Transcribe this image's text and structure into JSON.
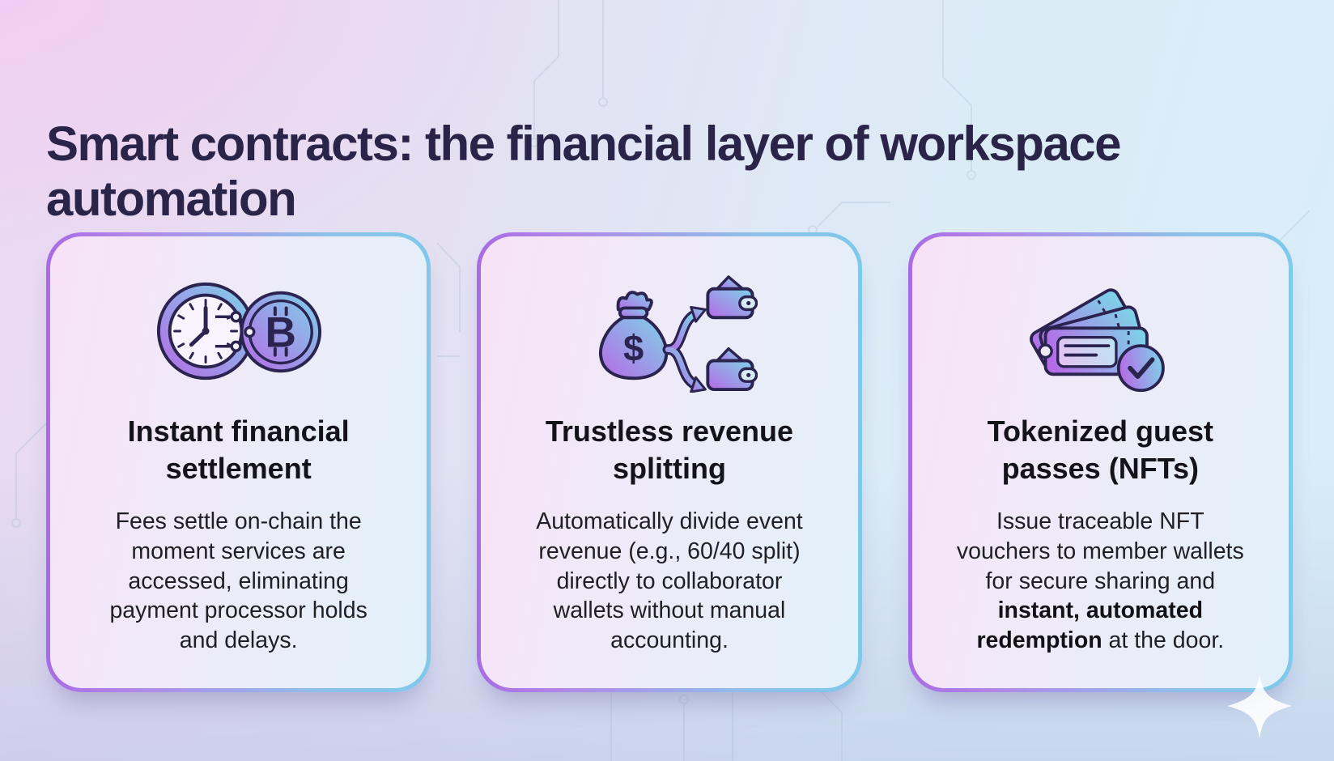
{
  "page": {
    "title": "Smart contracts: the financial layer of workspace automation"
  },
  "cards": [
    {
      "id": "instant-financial-settlement",
      "icon": "clock-bitcoin-icon",
      "heading": "Instant financial settlement",
      "body_segments": [
        {
          "text": "Fees settle on-chain the moment services are accessed, eliminating payment processor holds and delays.",
          "bold": false
        }
      ]
    },
    {
      "id": "trustless-revenue-splitting",
      "icon": "money-split-wallets-icon",
      "heading": "Trustless revenue splitting",
      "body_segments": [
        {
          "text": "Automatically divide event revenue (e.g., 60/40 split) directly to collaborator wallets without manual accounting.",
          "bold": false
        }
      ]
    },
    {
      "id": "tokenized-guest-passes",
      "icon": "nft-tickets-icon",
      "heading": "Tokenized guest passes (NFTs)",
      "body_segments": [
        {
          "text": "Issue traceable NFT vouchers to member wallets for secure sharing and ",
          "bold": false
        },
        {
          "text": "instant, automated redemption",
          "bold": true
        },
        {
          "text": " at the door.",
          "bold": false
        }
      ]
    }
  ],
  "icons": {
    "bitcoin_symbol": "B",
    "dollar_symbol": "$"
  },
  "colors": {
    "accent_purple": "#a76ce4",
    "accent_cyan": "#7fc9ea",
    "icon_outline_navy": "#2b2350",
    "title_text": "#2a2449",
    "heading_text": "#141319",
    "body_text": "#1f1f24",
    "background_pink": "#ead9f2",
    "background_cyan": "#d8eef8"
  }
}
